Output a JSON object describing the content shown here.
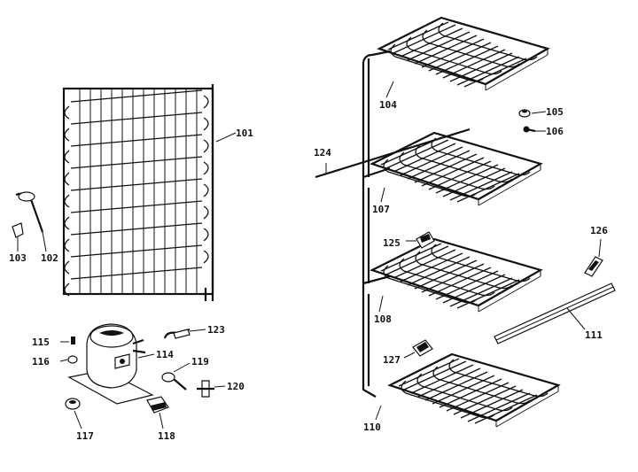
{
  "diagram": {
    "callouts": {
      "p101": "101",
      "p102": "102",
      "p103": "103",
      "p104": "104",
      "p105": "105",
      "p106": "106",
      "p107": "107",
      "p108": "108",
      "p110": "110",
      "p111": "111",
      "p114": "114",
      "p115": "115",
      "p116": "116",
      "p117": "117",
      "p118": "118",
      "p119": "119",
      "p120": "120",
      "p123": "123",
      "p124": "124",
      "p125": "125",
      "p126": "126",
      "p127": "127"
    }
  }
}
